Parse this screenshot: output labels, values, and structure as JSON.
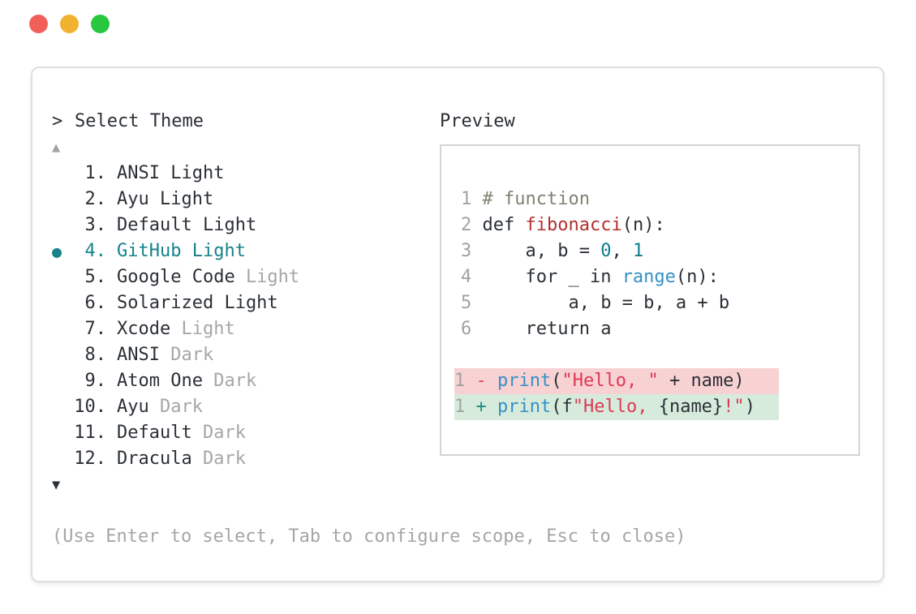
{
  "window": {
    "controls": [
      {
        "name": "close",
        "color": "#f25f58"
      },
      {
        "name": "minimize",
        "color": "#f1b22f"
      },
      {
        "name": "zoom",
        "color": "#27c840"
      }
    ]
  },
  "header": {
    "prompt_symbol": ">",
    "title": "Select Theme"
  },
  "theme_list": {
    "scroll_up_icon": "▲",
    "scroll_down_icon": "▼",
    "selected_bullet_icon": "●",
    "items": [
      {
        "num": "1.",
        "name": "ANSI Light",
        "variant": "",
        "selected": false
      },
      {
        "num": "2.",
        "name": "Ayu Light",
        "variant": "",
        "selected": false
      },
      {
        "num": "3.",
        "name": "Default Light",
        "variant": "",
        "selected": false
      },
      {
        "num": "4.",
        "name": "GitHub Light",
        "variant": "",
        "selected": true
      },
      {
        "num": "5.",
        "name": "Google Code",
        "variant": "Light",
        "selected": false
      },
      {
        "num": "6.",
        "name": "Solarized Light",
        "variant": "",
        "selected": false
      },
      {
        "num": "7.",
        "name": "Xcode",
        "variant": "Light",
        "selected": false
      },
      {
        "num": "8.",
        "name": "ANSI",
        "variant": "Dark",
        "selected": false
      },
      {
        "num": "9.",
        "name": "Atom One",
        "variant": "Dark",
        "selected": false
      },
      {
        "num": "10.",
        "name": "Ayu",
        "variant": "Dark",
        "selected": false
      },
      {
        "num": "11.",
        "name": "Default",
        "variant": "Dark",
        "selected": false
      },
      {
        "num": "12.",
        "name": "Dracula",
        "variant": "Dark",
        "selected": false
      }
    ]
  },
  "preview": {
    "label": "Preview",
    "code_lines": [
      {
        "num": "1",
        "tokens": [
          {
            "t": "# function",
            "c": "comment"
          }
        ]
      },
      {
        "num": "2",
        "tokens": [
          {
            "t": "def ",
            "c": "plain"
          },
          {
            "t": "fibonacci",
            "c": "function"
          },
          {
            "t": "(n):",
            "c": "plain"
          }
        ]
      },
      {
        "num": "3",
        "tokens": [
          {
            "t": "    a, b = ",
            "c": "plain"
          },
          {
            "t": "0",
            "c": "number"
          },
          {
            "t": ", ",
            "c": "plain"
          },
          {
            "t": "1",
            "c": "number"
          }
        ]
      },
      {
        "num": "4",
        "tokens": [
          {
            "t": "    for _ in ",
            "c": "plain"
          },
          {
            "t": "range",
            "c": "builtin"
          },
          {
            "t": "(n):",
            "c": "plain"
          }
        ]
      },
      {
        "num": "5",
        "tokens": [
          {
            "t": "        a, b = b, a + b",
            "c": "plain"
          }
        ]
      },
      {
        "num": "6",
        "tokens": [
          {
            "t": "    return a",
            "c": "plain"
          }
        ]
      },
      {
        "blank": true
      },
      {
        "num": "1",
        "diff": "removed",
        "tokens": [
          {
            "t": "- ",
            "c": "diff-minus"
          },
          {
            "t": "print",
            "c": "builtin"
          },
          {
            "t": "(",
            "c": "plain"
          },
          {
            "t": "\"Hello, \"",
            "c": "string"
          },
          {
            "t": " + name)",
            "c": "plain"
          }
        ]
      },
      {
        "num": "1",
        "diff": "added",
        "tokens": [
          {
            "t": "+ ",
            "c": "diff-plus"
          },
          {
            "t": "print",
            "c": "builtin"
          },
          {
            "t": "(f",
            "c": "plain"
          },
          {
            "t": "\"Hello, ",
            "c": "string"
          },
          {
            "t": "{name}",
            "c": "plain"
          },
          {
            "t": "!\"",
            "c": "string"
          },
          {
            "t": ")",
            "c": "plain"
          }
        ]
      }
    ]
  },
  "help_text": "(Use Enter to select, Tab to configure scope, Esc to close)",
  "colors": {
    "accent_teal": "#17828a",
    "text_dark": "#2b3036",
    "muted_gray": "#a6a6a6",
    "comment_gray": "#7d8471",
    "function_red": "#b2302f",
    "number_teal": "#107d89",
    "builtin_blue": "#3590c5",
    "string_red": "#dd3a56",
    "removed_bg": "#f8d1d3",
    "added_bg": "#d6ebdc"
  }
}
